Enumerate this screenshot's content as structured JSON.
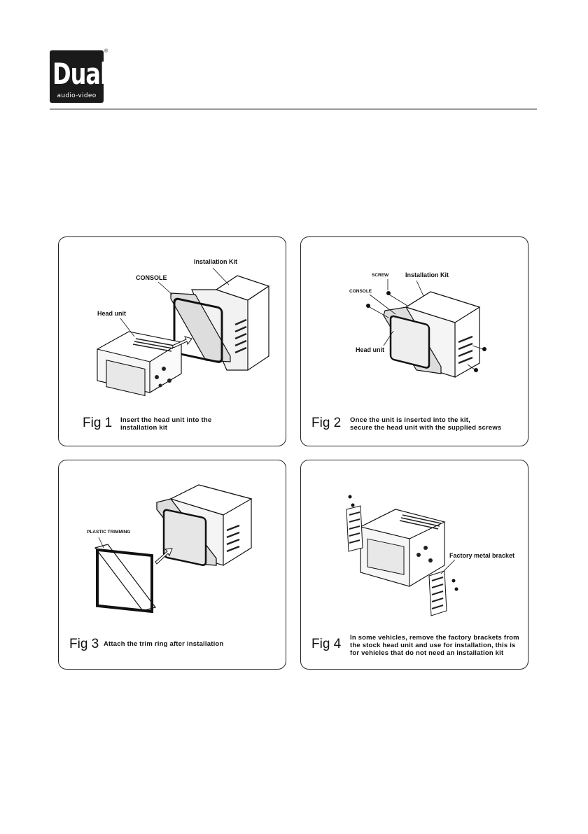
{
  "logo": {
    "word": "Dual",
    "subtitle": "audio-video",
    "registered": "®"
  },
  "figures": [
    {
      "fig_label": "Fig 1",
      "caption_line1": "Insert the head unit into the",
      "caption_line2": "installation kit",
      "callouts": {
        "kit": "Installation Kit",
        "console": "CONSOLE",
        "head_unit": "Head unit"
      }
    },
    {
      "fig_label": "Fig 2",
      "caption_line1": "Once the unit is inserted into the kit,",
      "caption_line2": "secure the head unit with the supplied screws",
      "callouts": {
        "screw": "SCREW",
        "kit": "Installation Kit",
        "console": "CONSOLE",
        "head_unit": "Head unit"
      }
    },
    {
      "fig_label": "Fig 3",
      "caption_line1": "Attach the trim ring after installation",
      "callouts": {
        "trim": "PLASTIC TRIMMING"
      }
    },
    {
      "fig_label": "Fig 4",
      "caption_line1": "In some vehicles, remove the factory brackets  from",
      "caption_line2": "the stock head unit and use for installation, this is",
      "caption_line3": "for vehicles that do not need an installation kit",
      "callouts": {
        "bracket": "Factory metal bracket"
      }
    }
  ]
}
